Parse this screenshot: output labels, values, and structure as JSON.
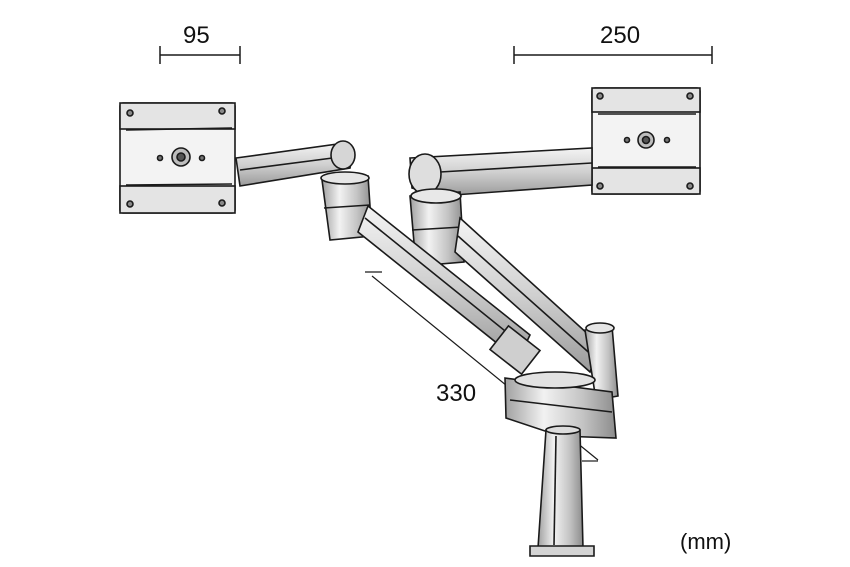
{
  "dimensions": {
    "monitor_plate_width": "95",
    "arm_reach": "250",
    "arm_length": "330",
    "unit": "(mm)"
  },
  "colors": {
    "line": "#1a1a1a",
    "metal_light": "#eeeeee",
    "metal_mid": "#c8c8c8",
    "metal_dark": "#8a8a8a"
  }
}
